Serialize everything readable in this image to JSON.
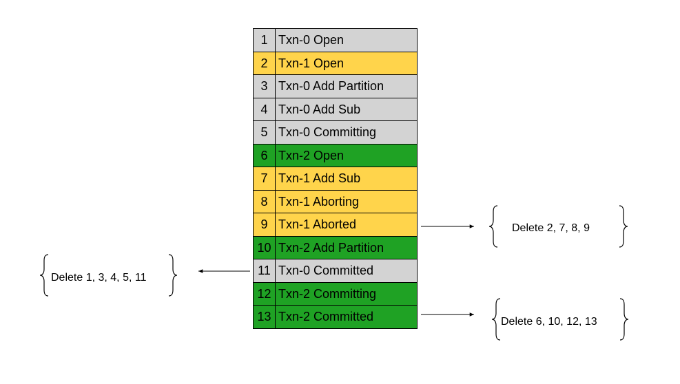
{
  "log_entries": [
    {
      "index": "1",
      "text": "Txn-0 Open",
      "color": "#d3d3d3"
    },
    {
      "index": "2",
      "text": "Txn-1 Open",
      "color": "#ffd44b"
    },
    {
      "index": "3",
      "text": "Txn-0 Add Partition",
      "color": "#d3d3d3"
    },
    {
      "index": "4",
      "text": "Txn-0 Add Sub",
      "color": "#d3d3d3"
    },
    {
      "index": "5",
      "text": "Txn-0 Committing",
      "color": "#d3d3d3"
    },
    {
      "index": "6",
      "text": "Txn-2 Open",
      "color": "#1fa224"
    },
    {
      "index": "7",
      "text": "Txn-1 Add Sub",
      "color": "#ffd44b"
    },
    {
      "index": "8",
      "text": "Txn-1 Aborting",
      "color": "#ffd44b"
    },
    {
      "index": "9",
      "text": "Txn-1 Aborted",
      "color": "#ffd44b"
    },
    {
      "index": "10",
      "text": "Txn-2 Add Partition",
      "color": "#1fa224"
    },
    {
      "index": "11",
      "text": "Txn-0 Committed",
      "color": "#d3d3d3"
    },
    {
      "index": "12",
      "text": "Txn-2 Committing",
      "color": "#1fa224"
    },
    {
      "index": "13",
      "text": "Txn-2 Committed",
      "color": "#1fa224"
    }
  ],
  "annotations": {
    "txn1_delete": "Delete 2, 7, 8, 9",
    "txn0_delete": "Delete 1, 3, 4, 5, 11",
    "txn2_delete": "Delete 6, 10, 12, 13"
  }
}
